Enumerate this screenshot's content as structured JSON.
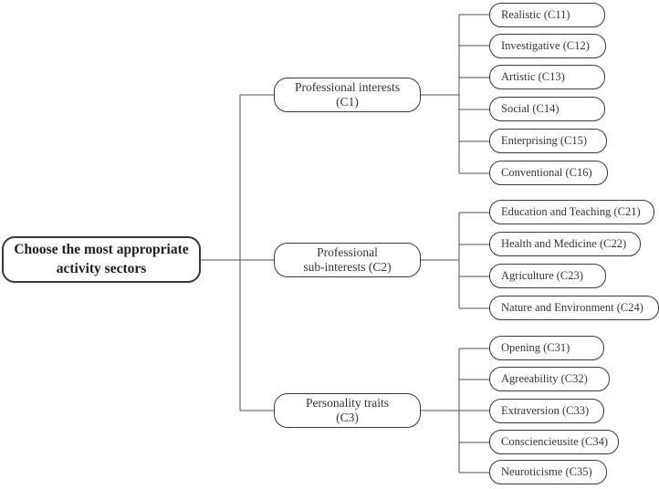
{
  "tree": {
    "root": {
      "label": "Choose the most appropriate activity sectors"
    },
    "groups": [
      {
        "id": "C1",
        "lines": [
          "Professional interests",
          "(C1)"
        ],
        "leaves": [
          "Realistic (C11)",
          "Investigative (C12)",
          "Artistic (C13)",
          "Social (C14)",
          "Enterprising (C15)",
          "Conventional (C16)"
        ]
      },
      {
        "id": "C2",
        "lines": [
          "Professional",
          "sub-interests (C2)"
        ],
        "leaves": [
          "Education and Teaching (C21)",
          "Health and Medicine (C22)",
          "Agriculture (C23)",
          "Nature and Environment (C24)"
        ]
      },
      {
        "id": "C3",
        "lines": [
          "Personality traits",
          "(C3)"
        ],
        "leaves": [
          "Opening (C31)",
          "Agreeability (C32)",
          "Extraversion (C33)",
          "Consciencieusite (C34)",
          "Neuroticisme (C35)"
        ]
      }
    ],
    "colors": {
      "background": "#ffffff",
      "node_border": "#383838",
      "connector_line": "#4f4f4f",
      "text": "#2b2b2b"
    }
  }
}
